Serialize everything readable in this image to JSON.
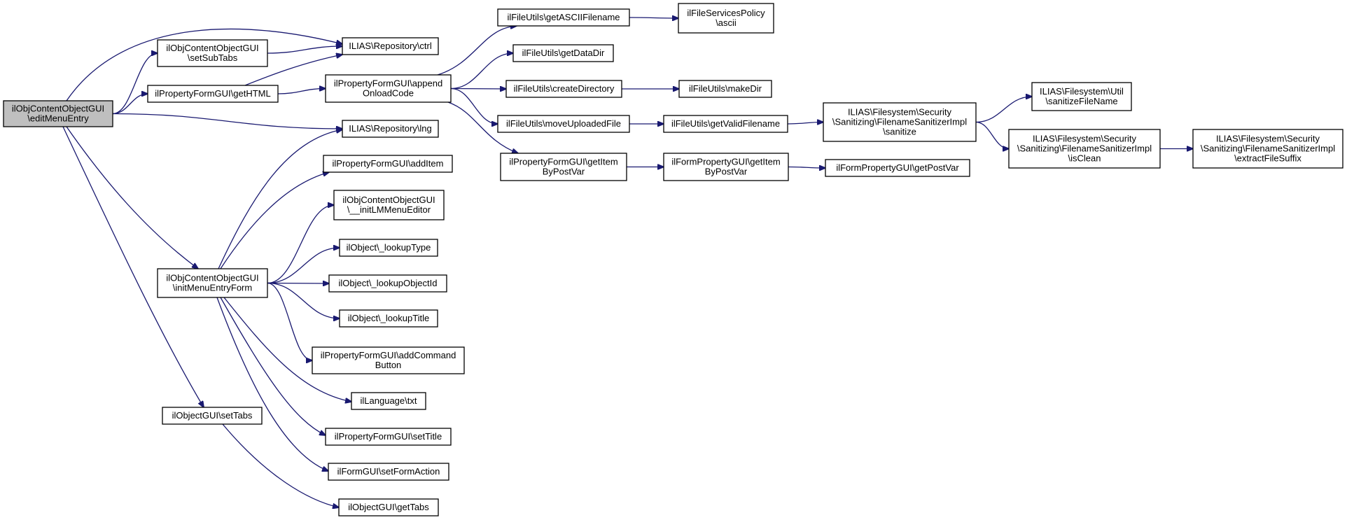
{
  "graph": {
    "nodes": [
      {
        "id": "editMenuEntry",
        "lines": [
          "ilObjContentObjectGUI",
          "\\editMenuEntry"
        ],
        "root": true
      },
      {
        "id": "ctrl",
        "lines": [
          "ILIAS\\Repository\\ctrl"
        ]
      },
      {
        "id": "setSubTabs",
        "lines": [
          "ilObjContentObjectGUI",
          "\\setSubTabs"
        ]
      },
      {
        "id": "getHTML",
        "lines": [
          "ilPropertyFormGUI\\getHTML"
        ]
      },
      {
        "id": "appendOnloadCode",
        "lines": [
          "ilPropertyFormGUI\\append",
          "OnloadCode"
        ]
      },
      {
        "id": "lng",
        "lines": [
          "ILIAS\\Repository\\lng"
        ]
      },
      {
        "id": "initMenuEntryForm",
        "lines": [
          "ilObjContentObjectGUI",
          "\\initMenuEntryForm"
        ]
      },
      {
        "id": "setTabs",
        "lines": [
          "ilObjectGUI\\setTabs"
        ]
      },
      {
        "id": "addItem",
        "lines": [
          "ilPropertyFormGUI\\addItem"
        ]
      },
      {
        "id": "initLMMenuEditor",
        "lines": [
          "ilObjContentObjectGUI",
          "\\__initLMMenuEditor"
        ]
      },
      {
        "id": "lookupType",
        "lines": [
          "ilObject\\_lookupType"
        ]
      },
      {
        "id": "lookupObjectId",
        "lines": [
          "ilObject\\_lookupObjectId"
        ]
      },
      {
        "id": "lookupTitle",
        "lines": [
          "ilObject\\_lookupTitle"
        ]
      },
      {
        "id": "addCommandButton",
        "lines": [
          "ilPropertyFormGUI\\addCommand",
          "Button"
        ]
      },
      {
        "id": "txt",
        "lines": [
          "ilLanguage\\txt"
        ]
      },
      {
        "id": "setTitle",
        "lines": [
          "ilPropertyFormGUI\\setTitle"
        ]
      },
      {
        "id": "setFormAction",
        "lines": [
          "ilFormGUI\\setFormAction"
        ]
      },
      {
        "id": "getTabs",
        "lines": [
          "ilObjectGUI\\getTabs"
        ]
      },
      {
        "id": "getASCIIFilename",
        "lines": [
          "ilFileUtils\\getASCIIFilename"
        ]
      },
      {
        "id": "getDataDir",
        "lines": [
          "ilFileUtils\\getDataDir"
        ]
      },
      {
        "id": "createDirectory",
        "lines": [
          "ilFileUtils\\createDirectory"
        ]
      },
      {
        "id": "moveUploadedFile",
        "lines": [
          "ilFileUtils\\moveUploadedFile"
        ]
      },
      {
        "id": "getItemByPostVar",
        "lines": [
          "ilPropertyFormGUI\\getItem",
          "ByPostVar"
        ]
      },
      {
        "id": "ascii",
        "lines": [
          "ilFileServicesPolicy",
          "\\ascii"
        ]
      },
      {
        "id": "makeDir",
        "lines": [
          "ilFileUtils\\makeDir"
        ]
      },
      {
        "id": "getValidFilename",
        "lines": [
          "ilFileUtils\\getValidFilename"
        ]
      },
      {
        "id": "formGetItemByPostVar",
        "lines": [
          "ilFormPropertyGUI\\getItem",
          "ByPostVar"
        ]
      },
      {
        "id": "getPostVar",
        "lines": [
          "ilFormPropertyGUI\\getPostVar"
        ]
      },
      {
        "id": "sanitize",
        "lines": [
          "ILIAS\\Filesystem\\Security",
          "\\Sanitizing\\FilenameSanitizerImpl",
          "\\sanitize"
        ]
      },
      {
        "id": "sanitizeFileName",
        "lines": [
          "ILIAS\\Filesystem\\Util",
          "\\sanitizeFileName"
        ]
      },
      {
        "id": "isClean",
        "lines": [
          "ILIAS\\Filesystem\\Security",
          "\\Sanitizing\\FilenameSanitizerImpl",
          "\\isClean"
        ]
      },
      {
        "id": "extractFileSuffix",
        "lines": [
          "ILIAS\\Filesystem\\Security",
          "\\Sanitizing\\FilenameSanitizerImpl",
          "\\extractFileSuffix"
        ]
      }
    ],
    "edges": [
      [
        "editMenuEntry",
        "ctrl"
      ],
      [
        "editMenuEntry",
        "setSubTabs"
      ],
      [
        "editMenuEntry",
        "getHTML"
      ],
      [
        "editMenuEntry",
        "lng"
      ],
      [
        "editMenuEntry",
        "initMenuEntryForm"
      ],
      [
        "editMenuEntry",
        "setTabs"
      ],
      [
        "setSubTabs",
        "ctrl"
      ],
      [
        "getHTML",
        "ctrl"
      ],
      [
        "getHTML",
        "appendOnloadCode"
      ],
      [
        "appendOnloadCode",
        "getASCIIFilename"
      ],
      [
        "appendOnloadCode",
        "getDataDir"
      ],
      [
        "appendOnloadCode",
        "createDirectory"
      ],
      [
        "appendOnloadCode",
        "moveUploadedFile"
      ],
      [
        "appendOnloadCode",
        "getItemByPostVar"
      ],
      [
        "getASCIIFilename",
        "ascii"
      ],
      [
        "createDirectory",
        "makeDir"
      ],
      [
        "moveUploadedFile",
        "getValidFilename"
      ],
      [
        "getValidFilename",
        "sanitize"
      ],
      [
        "sanitize",
        "sanitizeFileName"
      ],
      [
        "sanitize",
        "isClean"
      ],
      [
        "isClean",
        "extractFileSuffix"
      ],
      [
        "getItemByPostVar",
        "formGetItemByPostVar"
      ],
      [
        "formGetItemByPostVar",
        "getPostVar"
      ],
      [
        "initMenuEntryForm",
        "lng"
      ],
      [
        "initMenuEntryForm",
        "addItem"
      ],
      [
        "initMenuEntryForm",
        "initLMMenuEditor"
      ],
      [
        "initMenuEntryForm",
        "lookupType"
      ],
      [
        "initMenuEntryForm",
        "lookupObjectId"
      ],
      [
        "initMenuEntryForm",
        "lookupTitle"
      ],
      [
        "initMenuEntryForm",
        "addCommandButton"
      ],
      [
        "initMenuEntryForm",
        "txt"
      ],
      [
        "initMenuEntryForm",
        "setTitle"
      ],
      [
        "initMenuEntryForm",
        "setFormAction"
      ],
      [
        "setTabs",
        "getTabs"
      ]
    ]
  }
}
